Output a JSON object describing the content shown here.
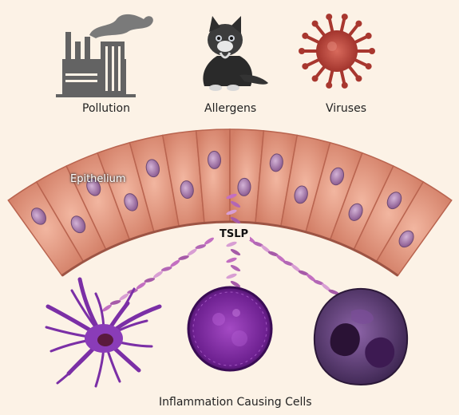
{
  "triggers": {
    "pollution": "Pollution",
    "allergens": "Allergens",
    "viruses": "Viruses"
  },
  "tissue_label": "Epithelium",
  "molecule_label": "TSLP",
  "caption": "Inflammation Causing Cells",
  "colors": {
    "background": "#fcf2e6",
    "epithelium": "#dc8a72",
    "nucleus": "#a77aa5",
    "tslp": "#c774c2",
    "cell_purple": "#7a2d9a",
    "virus": "#b4443a",
    "factory": "#666666"
  },
  "icons": [
    "factory-icon",
    "kitten-icon",
    "virus-icon"
  ]
}
